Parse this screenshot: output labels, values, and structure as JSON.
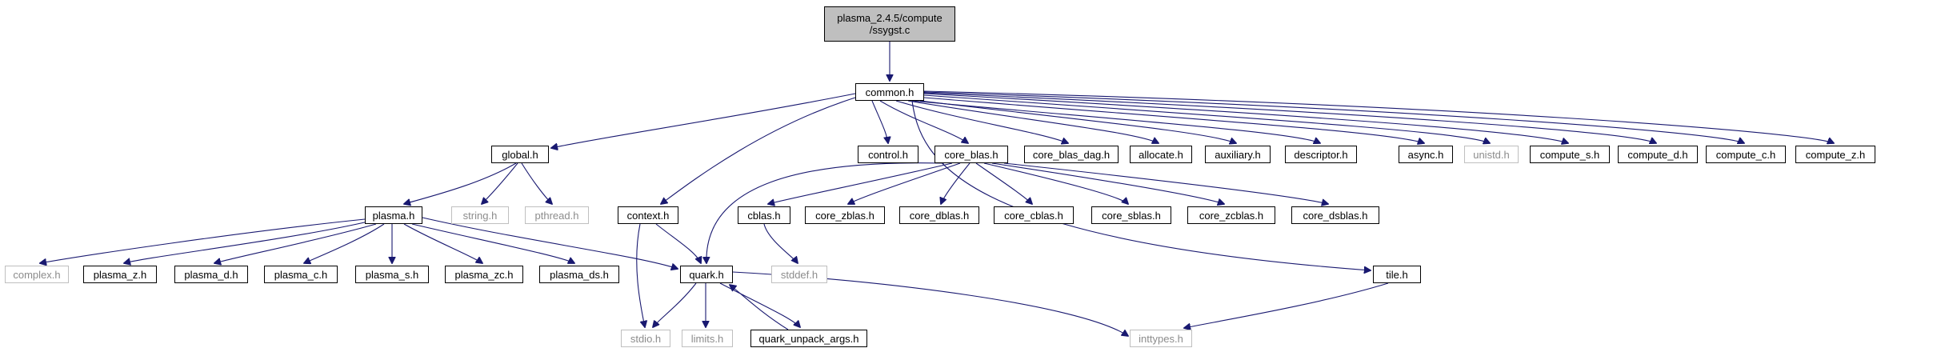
{
  "colors": {
    "edge": "#191970",
    "root_fill": "#bfbfbf",
    "system_border": "#bfbfbf",
    "system_text": "#8c8c8c"
  },
  "nodes": {
    "root": "plasma_2.4.5/compute\n/ssygst.c",
    "common": "common.h",
    "global": "global.h",
    "control": "control.h",
    "core_blas": "core_blas.h",
    "core_blas_dag": "core_blas_dag.h",
    "allocate": "allocate.h",
    "auxiliary": "auxiliary.h",
    "descriptor": "descriptor.h",
    "async": "async.h",
    "unistd": "unistd.h",
    "compute_s": "compute_s.h",
    "compute_d": "compute_d.h",
    "compute_c": "compute_c.h",
    "compute_z": "compute_z.h",
    "plasma": "plasma.h",
    "string": "string.h",
    "pthread": "pthread.h",
    "context": "context.h",
    "cblas": "cblas.h",
    "core_zblas": "core_zblas.h",
    "core_dblas": "core_dblas.h",
    "core_cblas": "core_cblas.h",
    "core_sblas": "core_sblas.h",
    "core_zcblas": "core_zcblas.h",
    "core_dsblas": "core_dsblas.h",
    "stddef": "stddef.h",
    "complex": "complex.h",
    "plasma_z": "plasma_z.h",
    "plasma_d": "plasma_d.h",
    "plasma_c": "plasma_c.h",
    "plasma_s": "plasma_s.h",
    "plasma_zc": "plasma_zc.h",
    "plasma_ds": "plasma_ds.h",
    "quark": "quark.h",
    "tile": "tile.h",
    "stdio": "stdio.h",
    "limits": "limits.h",
    "quark_unpack_args": "quark_unpack_args.h",
    "inttypes": "inttypes.h"
  }
}
